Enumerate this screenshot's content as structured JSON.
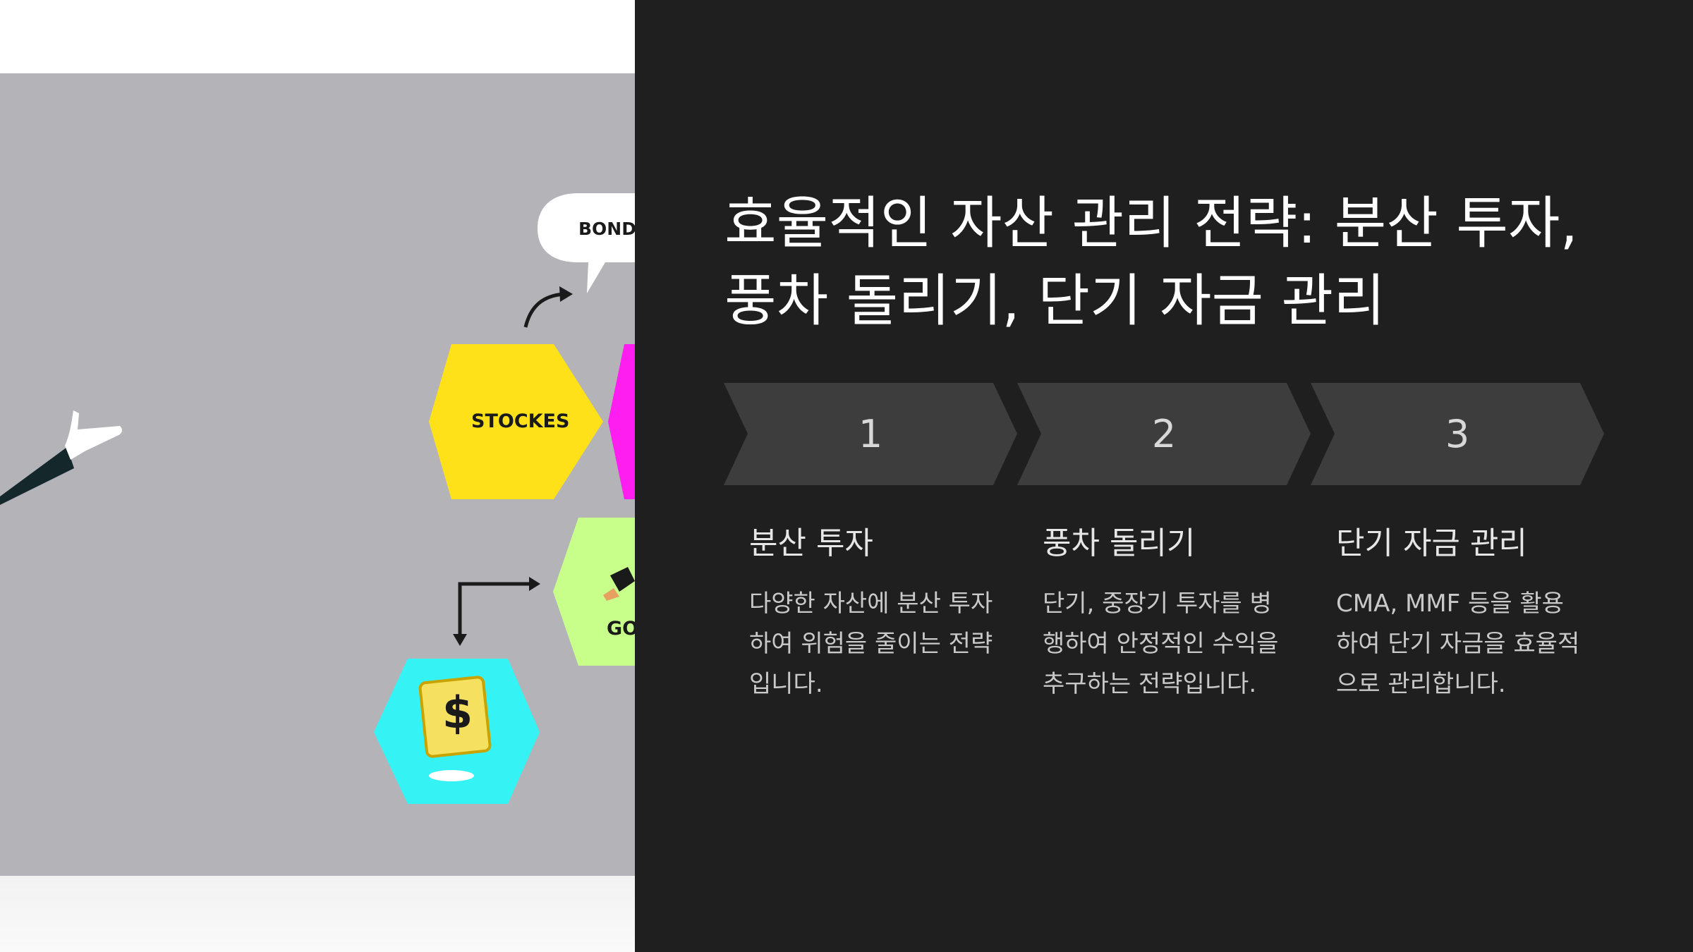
{
  "illustration": {
    "hexagons": {
      "stocks": "STOCKES",
      "bonds": "BOND",
      "gold": "GO",
      "cash_symbol": "$"
    },
    "colors": {
      "background": "#b4b4b8",
      "stocks": "#ffe11a",
      "magenta": "#ff1ef0",
      "gold": "#c8ff8a",
      "cash": "#35f3f5"
    }
  },
  "slide": {
    "title": "효율적인 자산 관리 전략: 분산 투자, 풍차 돌리기, 단기 자금 관리",
    "steps": [
      {
        "number": "1",
        "heading": "분산 투자",
        "description": "다양한 자산에 분산 투자하여 위험을 줄이는 전략입니다."
      },
      {
        "number": "2",
        "heading": "풍차 돌리기",
        "description": "단기, 중장기 투자를 병행하여 안정적인 수익을 추구하는 전략입니다."
      },
      {
        "number": "3",
        "heading": "단기 자금 관리",
        "description": "CMA, MMF 등을 활용하여 단기 자금을 효율적으로 관리합니다."
      }
    ],
    "colors": {
      "background": "#1f1f1f",
      "chevron": "#3d3d3d",
      "title": "#ffffff"
    }
  }
}
